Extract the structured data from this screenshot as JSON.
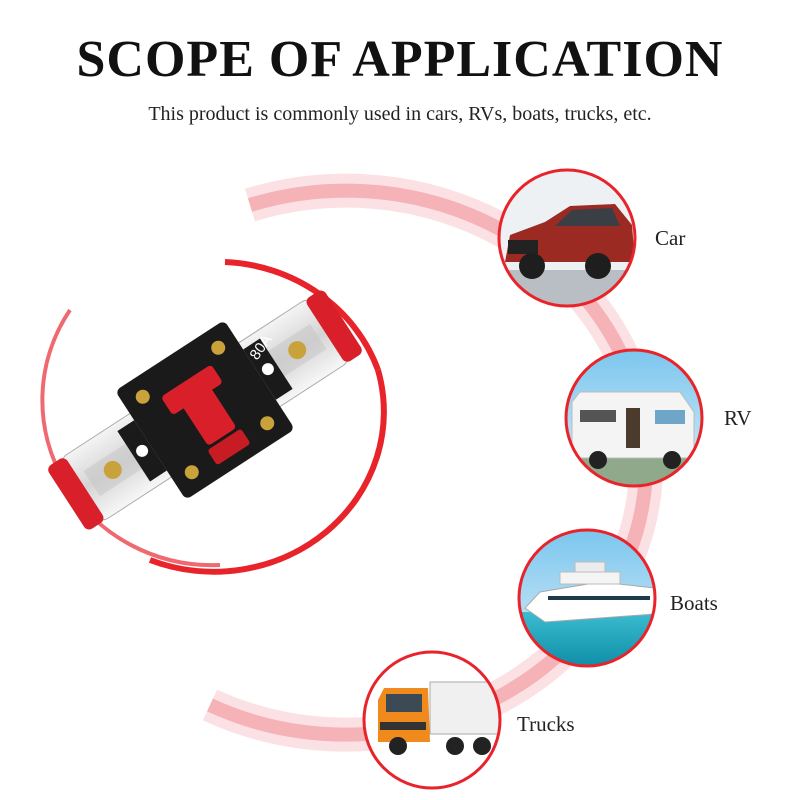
{
  "header": {
    "title": "SCOPE OF APPLICATION",
    "subtitle": "This product is commonly used in cars, RVs, boats, trucks, etc."
  },
  "product": {
    "rating_label": "80A",
    "icon": "circuit-breaker-icon"
  },
  "applications": [
    {
      "label": "Car",
      "icon": "car-icon"
    },
    {
      "label": "RV",
      "icon": "rv-icon"
    },
    {
      "label": "Boats",
      "icon": "yacht-icon"
    },
    {
      "label": "Trucks",
      "icon": "truck-icon"
    }
  ],
  "colors": {
    "accent": "#e8232a",
    "ring_light": "#f6b8bc",
    "breaker_body": "#1a1a1a",
    "lever": "#d9202a"
  }
}
